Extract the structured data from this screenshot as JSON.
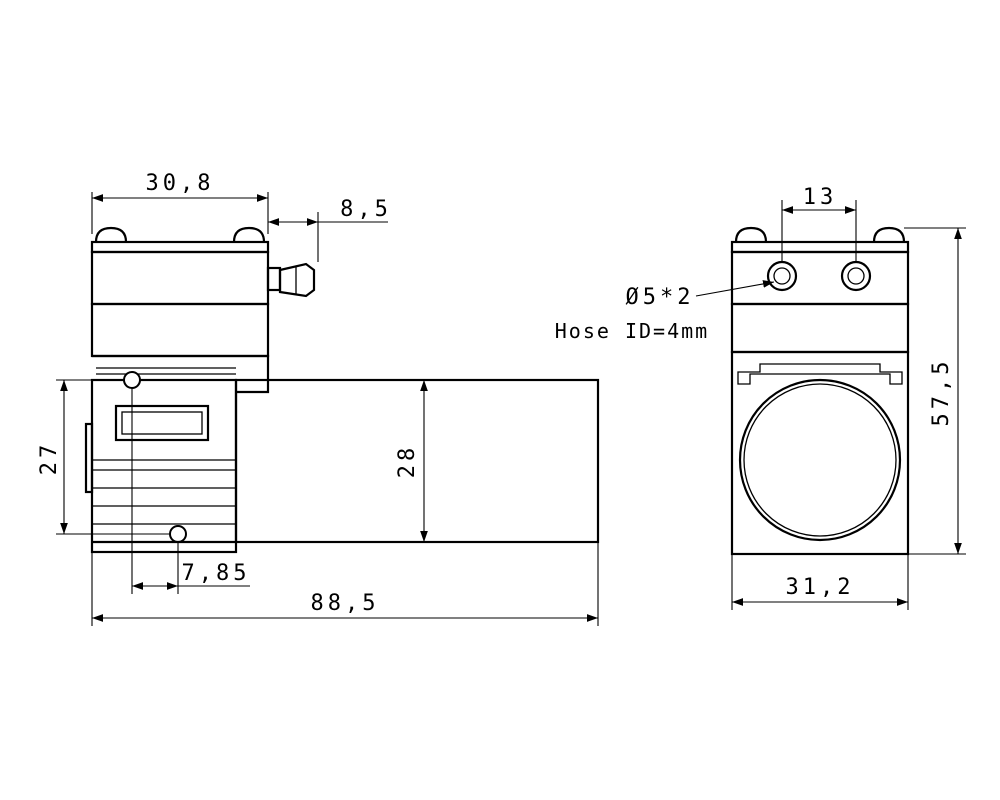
{
  "side_view": {
    "width_top": "30,8",
    "nozzle_length": "8,5",
    "hole_spacing_vertical": "27",
    "motor_height": "28",
    "hole_offset": "7,85",
    "overall_length": "88,5"
  },
  "front_view": {
    "port_spacing": "13",
    "port_spec": "Ø5*2",
    "hose_note": "Hose ID=4mm",
    "overall_height": "57,5",
    "width": "31,2"
  }
}
